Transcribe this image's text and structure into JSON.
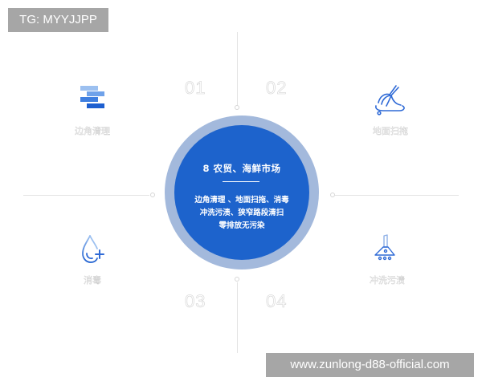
{
  "watermarks": {
    "top_left": "TG: MYYJJPP",
    "bottom_right": "www.zunlong-d88-official.com"
  },
  "center": {
    "title": "8  农贸、海鲜市场",
    "lines": [
      "边角清理 、地面扫拖、消毒",
      "冲洗污渍、狭窄路段清扫",
      "零排放无污染"
    ],
    "colors": {
      "outer_ring": "#a3b9dc",
      "inner_fill": "#1d63cc"
    }
  },
  "quadrants": [
    {
      "number": "01",
      "label": "边角清理",
      "icon": "stacked-bars-icon"
    },
    {
      "number": "02",
      "label": "地面扫拖",
      "icon": "mop-icon"
    },
    {
      "number": "03",
      "label": "消毒",
      "icon": "droplet-plus-icon"
    },
    {
      "number": "04",
      "label": "冲洗污渍",
      "icon": "spray-nozzle-icon"
    }
  ]
}
